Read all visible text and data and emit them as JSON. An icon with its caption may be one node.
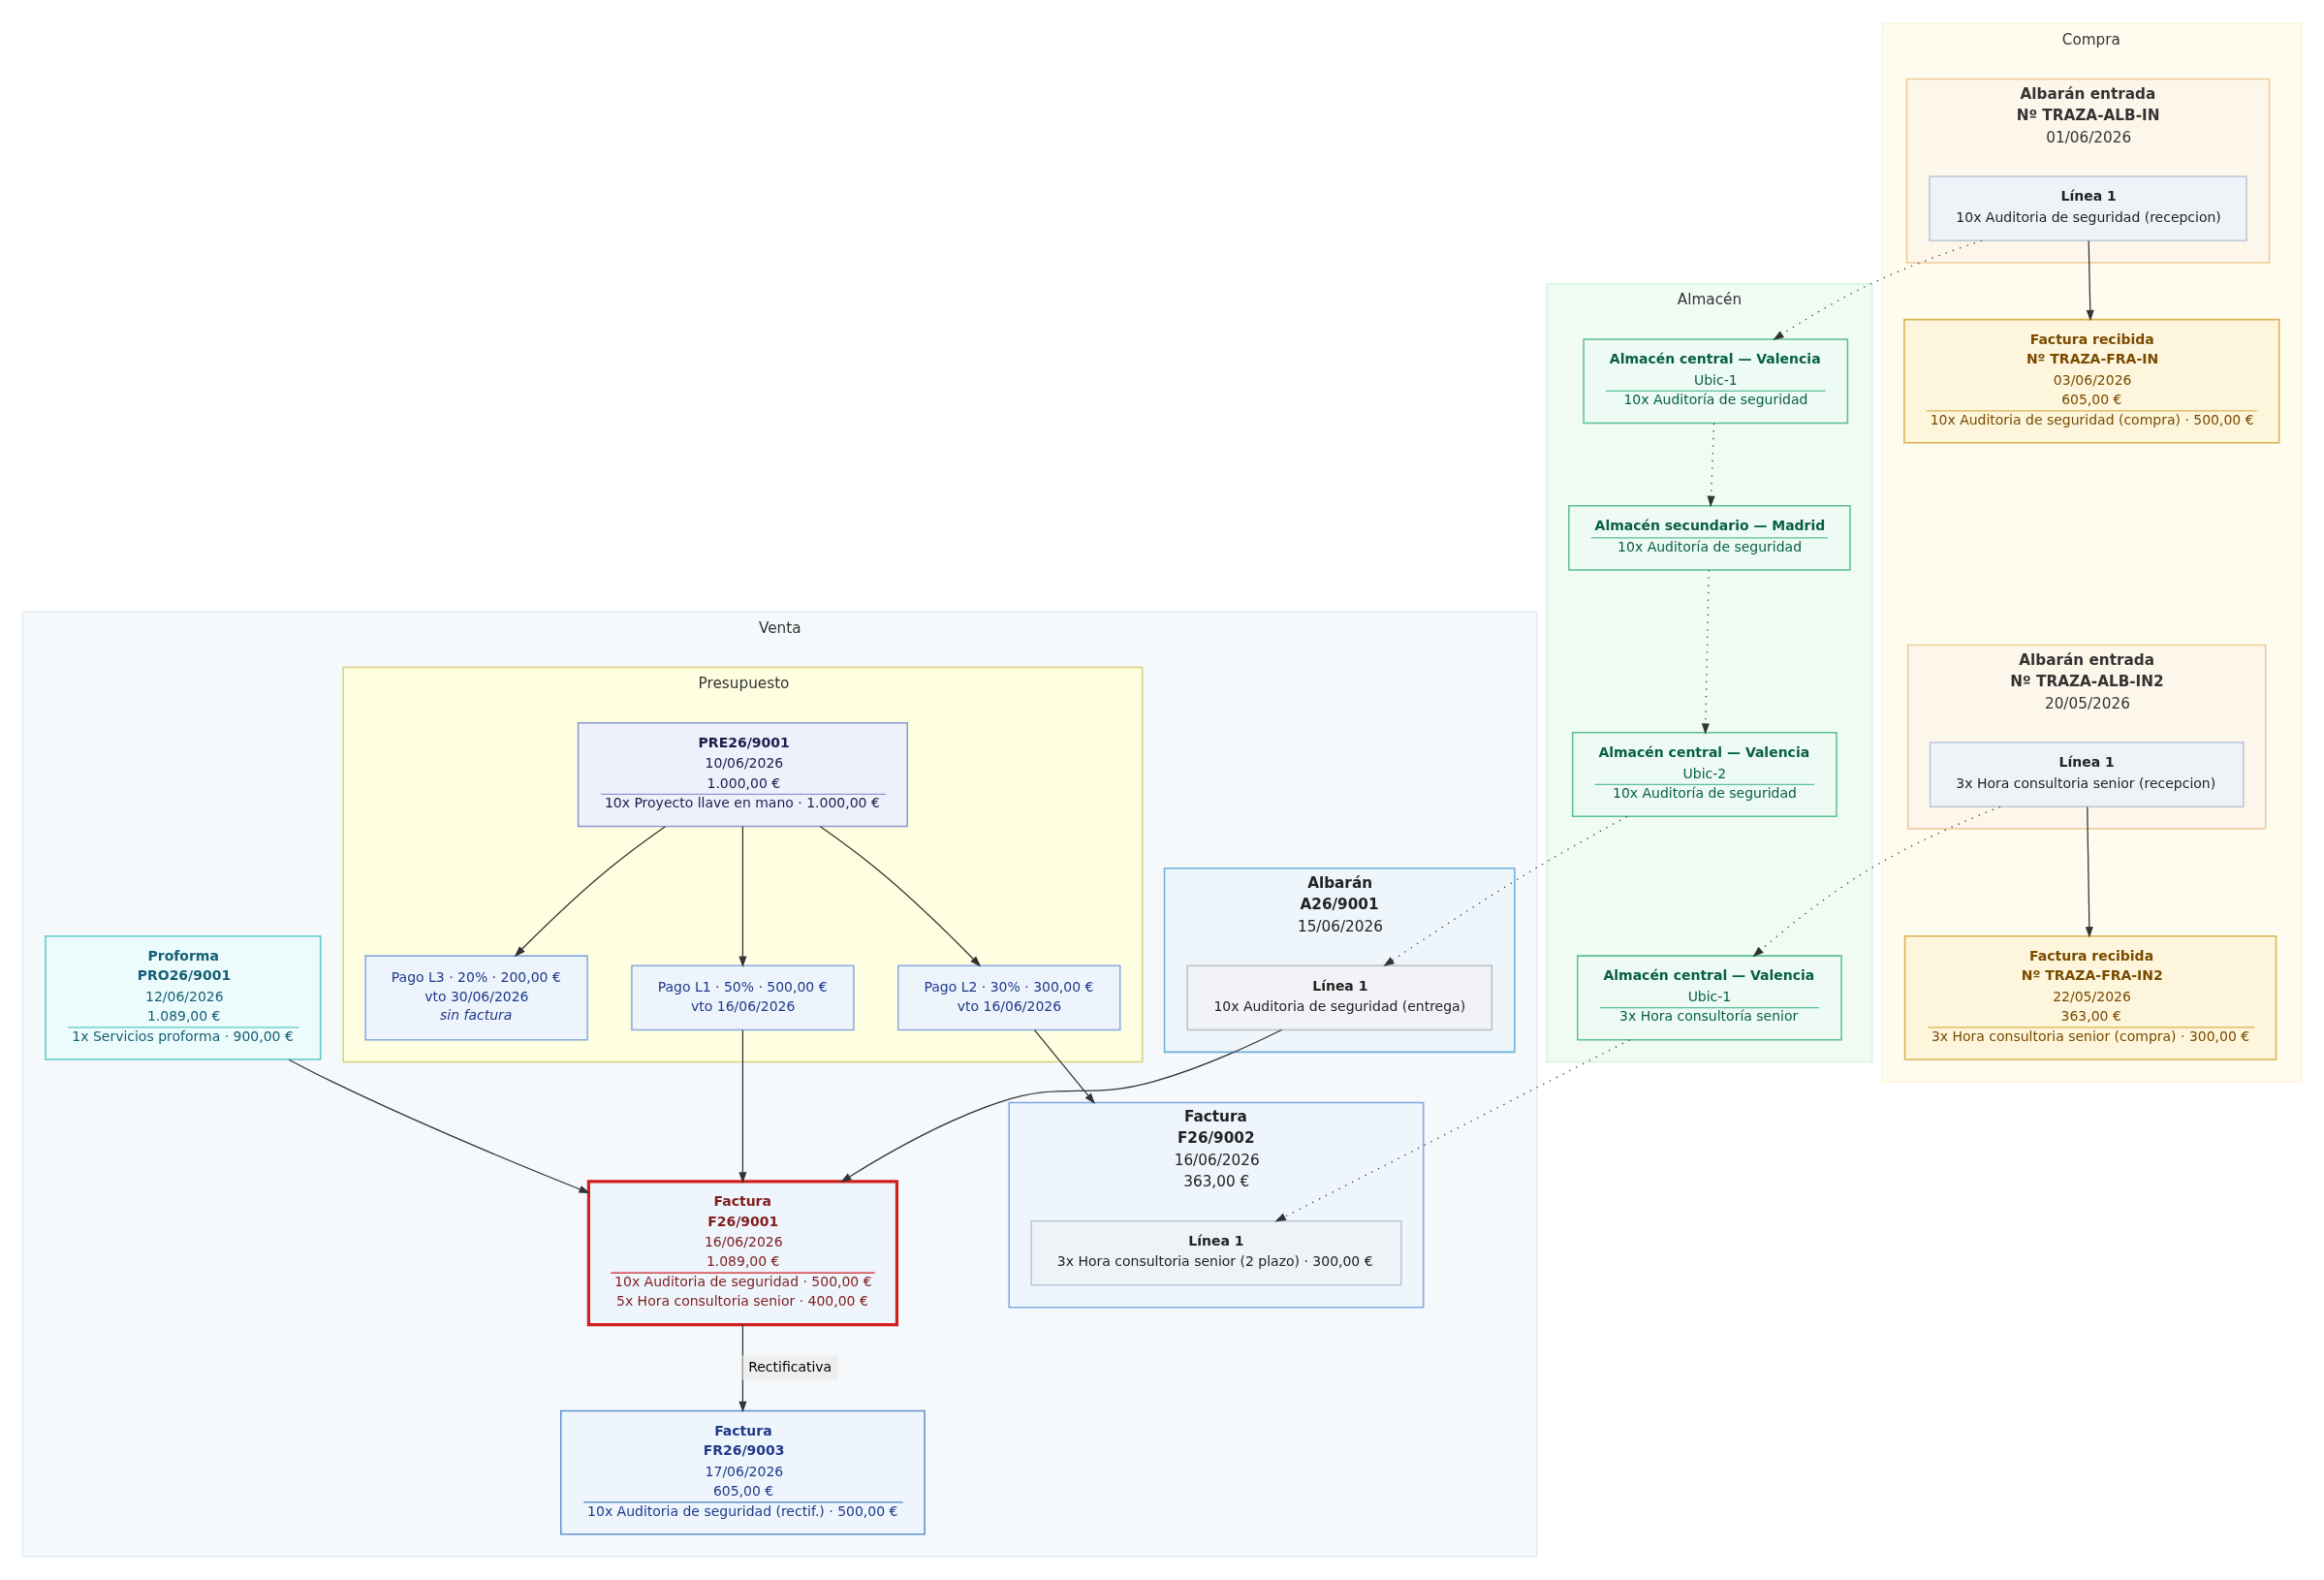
{
  "diagram": {
    "nodes": [
      {
        "text": [
          "Compra"
        ]
      },
      {
        "text": [
          "Albarán entrada",
          "Nº TRAZA-ALB-IN2",
          "20/05/2026"
        ],
        "in": 0
      },
      {
        "text": [
          "Línea 1",
          "3x Hora consultoria senior (recepcion)"
        ],
        "in": 1
      },
      {
        "text": [
          "Albarán entrada",
          "Nº TRAZA-ALB-IN",
          "01/06/2026"
        ],
        "in": 0
      },
      {
        "text": [
          "Línea 1",
          "10x Auditoria de seguridad (recepcion)"
        ],
        "in": 3
      },
      {
        "text": [
          "Factura recibida",
          "Nº TRAZA-FRA-IN2",
          "22/05/2026",
          "363,00 €",
          "3x Hora consultoria senior (compra) · 300,00 €"
        ],
        "in": 0
      },
      {
        "text": [
          "Factura recibida",
          "Nº TRAZA-FRA-IN",
          "03/06/2026",
          "605,00 €",
          "10x Auditoria de seguridad (compra) · 500,00 €"
        ],
        "in": 0
      },
      {
        "text": [
          "Almacén"
        ]
      },
      {
        "text": [
          "Almacén central — Valencia",
          "Ubic-1",
          "10x Auditoría de seguridad"
        ],
        "in": 7
      },
      {
        "text": [
          "Almacén secundario — Madrid",
          "10x Auditoría de seguridad"
        ],
        "in": 7
      },
      {
        "text": [
          "Almacén central — Valencia",
          "Ubic-1",
          "3x Hora consultoría senior"
        ],
        "in": 7
      },
      {
        "text": [
          "Almacén central — Valencia",
          "Ubic-2",
          "10x Auditoría de seguridad"
        ],
        "in": 7
      },
      {
        "text": [
          "Venta"
        ]
      },
      {
        "text": [
          "Presupuesto"
        ],
        "in": 12
      },
      {
        "text": [
          "PRE26/9001",
          "10/06/2026",
          "1.000,00 €",
          "10x Proyecto llave en mano · 1.000,00 €"
        ],
        "in": 13
      },
      {
        "text": [
          "Pago L2 · 30% · 300,00 €",
          "vto 16/06/2026"
        ],
        "in": 13
      },
      {
        "text": [
          "Pago L1 · 50% · 500,00 €",
          "vto 16/06/2026"
        ],
        "in": 13
      },
      {
        "text": [
          "Pago L3 · 20% · 200,00 €",
          "vto 30/06/2026",
          "sin factura"
        ],
        "in": 13
      },
      {
        "text": [
          "Albarán",
          "A26/9001",
          "15/06/2026"
        ],
        "in": 12
      },
      {
        "text": [
          "Línea 1",
          "10x Auditoria de seguridad (entrega)"
        ],
        "in": 18
      },
      {
        "text": [
          "Proforma",
          "PRO26/9001",
          "12/06/2026",
          "1.089,00 €",
          "1x Servicios proforma · 900,00 €"
        ],
        "in": 12
      },
      {
        "text": [
          "Factura",
          "F26/9002",
          "16/06/2026",
          "363,00 €"
        ],
        "in": 12
      },
      {
        "text": [
          "Línea 1",
          "3x Hora consultoria senior (2 plazo) · 300,00 €"
        ],
        "in": 21
      },
      {
        "text": [
          "Factura",
          "F26/9001",
          "16/06/2026",
          "1.089,00 €",
          "10x Auditoria de seguridad · 500,00 €",
          "5x Hora consultoria senior · 400,00 €"
        ],
        "in": 12
      },
      {
        "text": [
          "Factura",
          "FR26/9003",
          "17/06/2026",
          "605,00 €",
          "10x Auditoria de seguridad (rectif.) · 500,00 €"
        ],
        "in": 12
      }
    ],
    "edges": [
      {
        "from": 2,
        "to": 5,
        "arrow": "to"
      },
      {
        "from": 4,
        "to": 6,
        "arrow": "to"
      },
      {
        "from": 2,
        "to": 10,
        "arrow": "to",
        "style": "dashed"
      },
      {
        "from": 4,
        "to": 8,
        "arrow": "to",
        "style": "dashed"
      },
      {
        "from": 8,
        "to": 9,
        "arrow": "to",
        "style": "dashed"
      },
      {
        "from": 9,
        "to": 11,
        "arrow": "to",
        "style": "dashed"
      },
      {
        "from": 10,
        "to": 22,
        "arrow": "to",
        "style": "dashed"
      },
      {
        "from": 11,
        "to": 19,
        "arrow": "to",
        "style": "dashed"
      },
      {
        "from": 14,
        "to": 15,
        "arrow": "to"
      },
      {
        "from": 14,
        "to": 16,
        "arrow": "to"
      },
      {
        "from": 14,
        "to": 17,
        "arrow": "to"
      },
      {
        "from": 15,
        "to": 21,
        "arrow": "to"
      },
      {
        "from": 16,
        "to": 23,
        "arrow": "to"
      },
      {
        "from": 19,
        "to": 23,
        "arrow": "to"
      },
      {
        "from": 20,
        "to": 23,
        "arrow": "to"
      },
      {
        "from": 23,
        "to": 24,
        "arrow": "to",
        "label": "Rectificativa"
      }
    ]
  }
}
